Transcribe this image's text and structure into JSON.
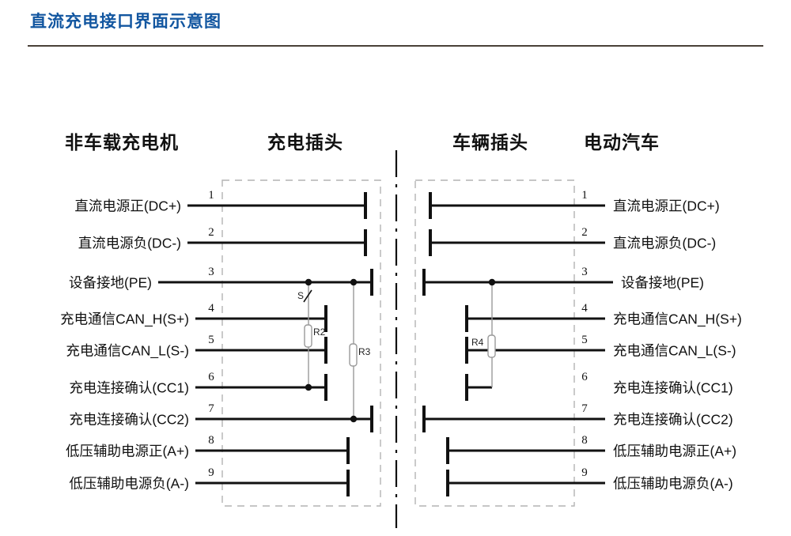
{
  "title": "直流充电接口界面示意图",
  "columns": {
    "charger": "非车载充电机",
    "charge_plug": "充电插头",
    "vehicle_plug": "车辆插头",
    "ev": "电动汽车"
  },
  "colors": {
    "title": "#1256a0",
    "rule": "#4a4038",
    "wire": "#111111",
    "enclosure_dash": "#b4b4b4",
    "center_divider": "#111111",
    "component_line": "#9a9a9a"
  },
  "chart_data": {
    "type": "diagram",
    "title": "直流充电接口界面示意图",
    "description": "DC charging interface pin-out schematic: off-board charger, charging plug, vehicle inlet, electric vehicle",
    "pins": [
      {
        "num": "1",
        "label": "直流电源正(DC+)",
        "code": "DC+"
      },
      {
        "num": "2",
        "label": "直流电源负(DC-)",
        "code": "DC-"
      },
      {
        "num": "3",
        "label": "设备接地(PE)",
        "code": "PE"
      },
      {
        "num": "4",
        "label": "充电通信CAN_H(S+)",
        "code": "S+"
      },
      {
        "num": "5",
        "label": "充电通信CAN_L(S-)",
        "code": "S-"
      },
      {
        "num": "6",
        "label": "充电连接确认(CC1)",
        "code": "CC1"
      },
      {
        "num": "7",
        "label": "充电连接确认(CC2)",
        "code": "CC2"
      },
      {
        "num": "8",
        "label": "低压辅助电源正(A+)",
        "code": "A+"
      },
      {
        "num": "9",
        "label": "低压辅助电源负(A-)",
        "code": "A-"
      }
    ],
    "components": [
      {
        "name": "S",
        "type": "switch",
        "side": "charger",
        "between": [
          "3",
          "6"
        ]
      },
      {
        "name": "R2",
        "type": "resistor",
        "side": "charger",
        "between": [
          "3",
          "6"
        ]
      },
      {
        "name": "R3",
        "type": "resistor",
        "side": "charger",
        "between": [
          "3",
          "7"
        ]
      },
      {
        "name": "R4",
        "type": "resistor",
        "side": "vehicle",
        "between": [
          "3",
          "6"
        ]
      }
    ]
  }
}
